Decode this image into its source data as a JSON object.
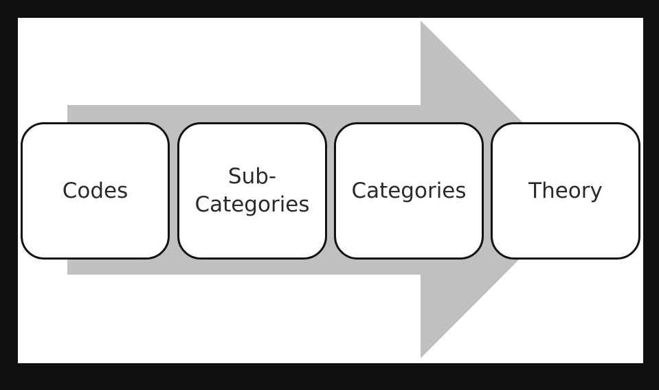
{
  "colors": {
    "frame": "#101010",
    "panel": "#ffffff",
    "arrow": "#c0c0c0",
    "box_border": "#111111",
    "text": "#2a2a2a"
  },
  "diagram": {
    "steps": [
      {
        "label": "Codes"
      },
      {
        "label": "Sub-\nCategories"
      },
      {
        "label": "Categories"
      },
      {
        "label": "Theory"
      }
    ]
  }
}
